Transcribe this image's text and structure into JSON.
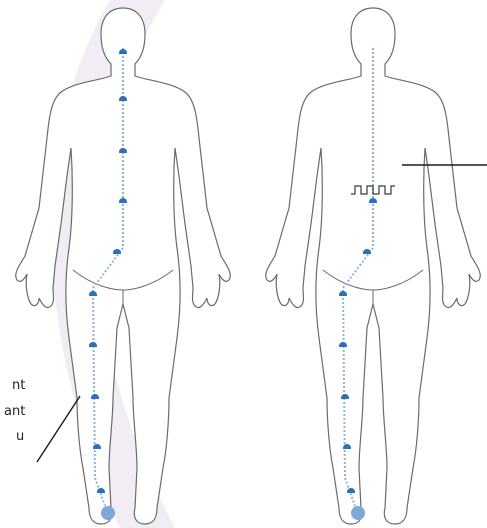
{
  "colors": {
    "outline": "#6b6b6b",
    "nerve": "#8fb3d9",
    "node": "#2f6fb6",
    "foot_node": "#7ea8d8",
    "background_swoosh": "#f2ecf5",
    "callout_line": "#1a1a1a"
  },
  "figures": [
    {
      "id": "left-figure",
      "has_pulse_symbol": false
    },
    {
      "id": "right-figure",
      "has_pulse_symbol": true
    }
  ],
  "callout_left": {
    "lines": [
      "nt",
      "ant",
      "u"
    ]
  },
  "icons": [
    "pulse-wave-icon",
    "nerve-node-icon"
  ]
}
